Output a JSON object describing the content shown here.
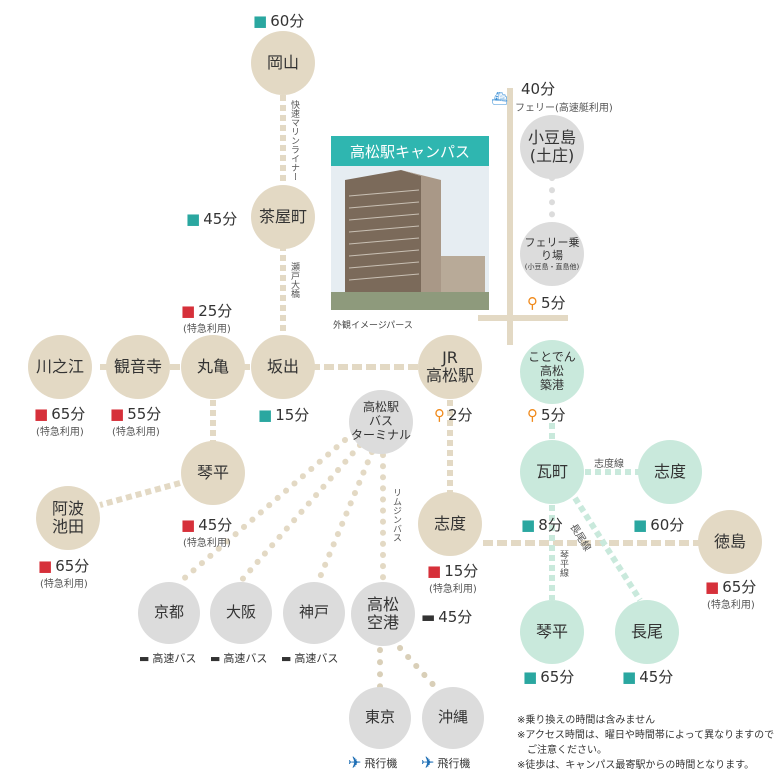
{
  "campus": {
    "title": "高松駅キャンパス",
    "caption": "外観イメージパース"
  },
  "nodes": {
    "okayama": "岡山",
    "chayamachi": "茶屋町",
    "sakaide": "坂出",
    "marugame": "丸亀",
    "kannonji": "観音寺",
    "kawanoe": "川之江",
    "kotohira_w": "琴平",
    "awa_ikeda": "阿波\n池田",
    "jr_takamatsu": "JR\n高松駅",
    "bus_terminal": "高松駅\nバス\nターミナル",
    "shido_w": "志度",
    "shodoshima": "小豆島\n(土庄)",
    "ferry_pier": "フェリー乗り場",
    "ferry_pier_sub": "(小豆島・直島他)",
    "kotoden_port": "ことでん\n高松\n築港",
    "kawaramachi": "瓦町",
    "shido_e": "志度",
    "tokushima": "徳島",
    "kotohira_e": "琴平",
    "nagao": "長尾",
    "kyoto": "京都",
    "osaka": "大阪",
    "kobe": "神戸",
    "airport": "高松\n空港",
    "tokyo": "東京",
    "okinawa": "沖縄"
  },
  "times": {
    "okayama": "60分",
    "chayamachi": "45分",
    "marugame": "25分",
    "marugame_note": "(特急利用)",
    "sakaide": "15分",
    "kawanoe": "65分",
    "kawanoe_note": "(特急利用)",
    "kannonji": "55分",
    "kannonji_note": "(特急利用)",
    "kotohira_w": "45分",
    "kotohira_w_note": "(特急利用)",
    "awa_ikeda": "65分",
    "awa_ikeda_note": "(特急利用)",
    "jr_walk": "2分",
    "shido_w": "15分",
    "shido_w_note": "(特急利用)",
    "airport_bus": "45分",
    "ferry": "40分",
    "ferry_note": "フェリー(高速艇利用)",
    "ferry_walk": "5分",
    "kotoden_walk": "5分",
    "kawaramachi": "8分",
    "shido_e": "60分",
    "tokushima": "65分",
    "tokushima_note": "(特急利用)",
    "kotohira_e": "65分",
    "nagao": "45分",
    "highway_bus": "高速バス",
    "plane": "飛行機"
  },
  "lines": {
    "marine_liner": "快速マリンライナー",
    "seto_ohashi": "瀬戸大橋",
    "limousine": "リムジンバス",
    "shido_line": "志度線",
    "kotohira_line": "琴平線",
    "nagao_line": "長尾線"
  },
  "notes": [
    "※乗り換えの時間は含みません",
    "※アクセス時間は、曜日や時間帯によって異なりますので",
    "　ご注意ください。",
    "※徒歩は、キャンパス最寄駅からの時間となります。"
  ],
  "colors": {
    "tan": "#e3d9c4",
    "gray": "#dcdcdc",
    "mint": "#c9e9dc",
    "teal": "#2fb6b0",
    "train_icon": "#2aa7a0",
    "express_icon": "#d6303a",
    "walk_icon": "#f08a1c",
    "ferry_icon": "#3a8fd6",
    "plane_icon": "#1f6fb5"
  }
}
